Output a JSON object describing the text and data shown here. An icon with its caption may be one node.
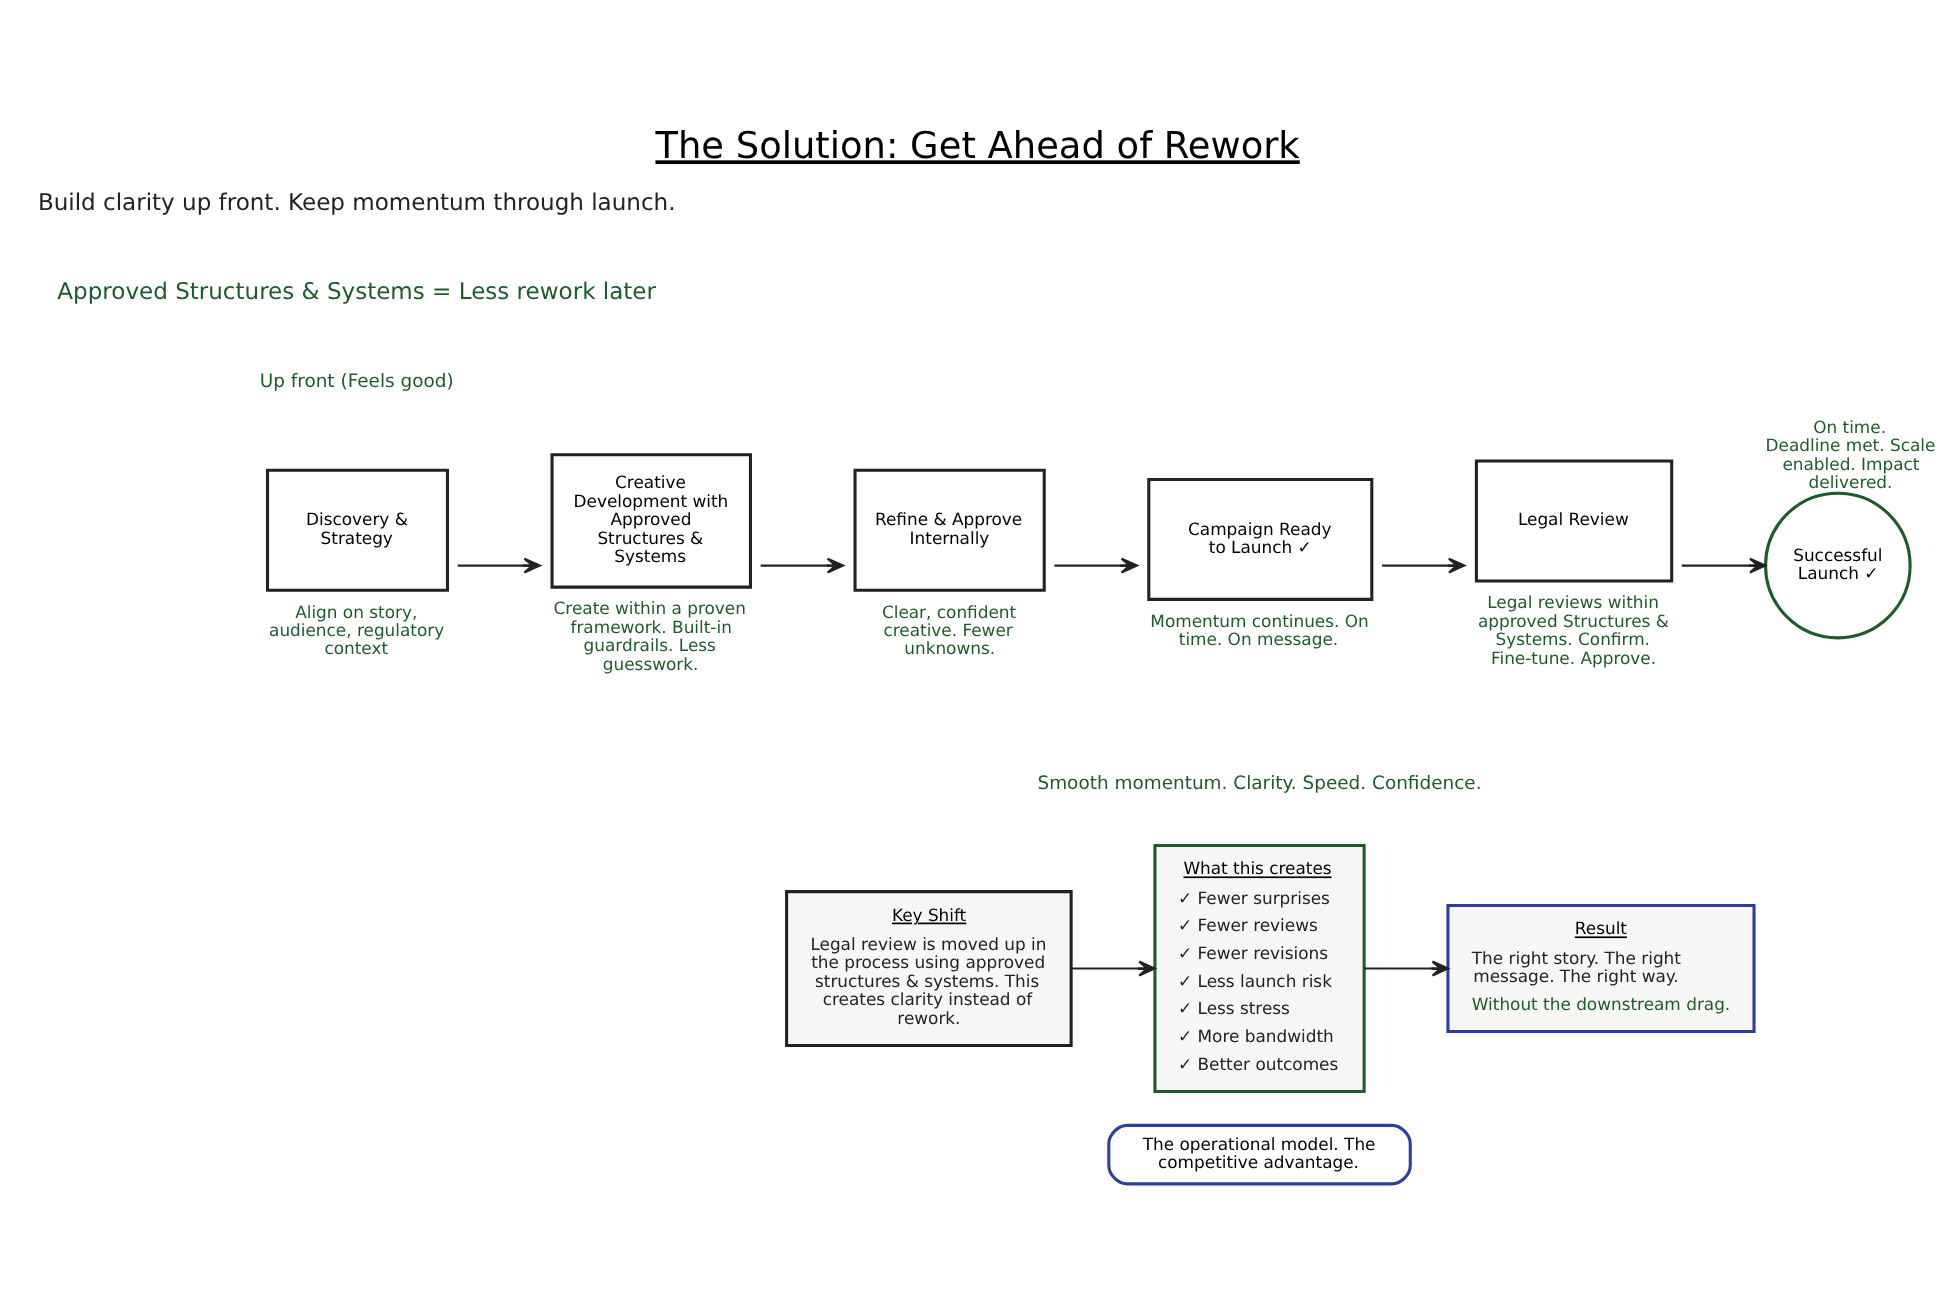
{
  "diagram": {
    "title": "The Solution: Get Ahead of Rework",
    "nodes": [
      {
        "text": [
          "Discovery & Strategy"
        ],
        "beside": [
          "Align on story, audience, regulatory context"
        ]
      },
      {
        "text": [
          "Creative Development with Approved Structures & Systems"
        ],
        "beside": [
          "Create within a proven framework. Built-in guardrails. Less guesswork."
        ]
      },
      {
        "text": [
          "Refine & Approve Internally"
        ],
        "beside": [
          "Clear, confident creative. Fewer unknowns."
        ]
      },
      {
        "text": [
          "Campaign Ready to Launch ✓"
        ],
        "beside": [
          "Momentum continues. On time. On message."
        ]
      },
      {
        "text": [
          "Legal Review"
        ],
        "beside": [
          "Legal reviews within approved Structures & Systems. Confirm. Fine-tune. Approve."
        ]
      },
      {
        "text": [
          "Successful Launch ✓"
        ],
        "beside": [
          "On time.",
          "Deadline met. Scale enabled. Impact delivered."
        ]
      },
      {
        "text": [
          "Key Shift",
          "Legal review is moved up in the process using approved structures & systems. This creates clarity instead of rework."
        ]
      },
      {
        "text": [
          "What this creates",
          "✓ Fewer surprises",
          "✓ Fewer reviews",
          "✓ Fewer revisions",
          "✓ Less launch risk",
          "✓ Less stress",
          "✓ More bandwidth",
          "✓ Better outcomes"
        ]
      },
      {
        "text": [
          "Result",
          "The right story. The right message. The right way.",
          "Without the downstream drag."
        ]
      },
      {
        "text": [
          "The operational model. The competitive advantage."
        ]
      }
    ],
    "edges": [
      {
        "from": 0,
        "to": 1,
        "arrow": "to"
      },
      {
        "from": 1,
        "to": 2,
        "arrow": "to"
      },
      {
        "from": 2,
        "to": 3,
        "arrow": "to"
      },
      {
        "from": 3,
        "to": 4,
        "arrow": "to"
      },
      {
        "from": 4,
        "to": 5,
        "arrow": "to"
      },
      {
        "from": 6,
        "to": 7,
        "arrow": "to"
      },
      {
        "from": 7,
        "to": 8,
        "arrow": "to"
      }
    ],
    "labels": [
      "Build clarity up front. Keep momentum through launch.",
      "Approved Structures & Systems = Less rework later",
      "Up front (Feels good)",
      "Smooth momentum. Clarity. Speed. Confidence."
    ]
  }
}
